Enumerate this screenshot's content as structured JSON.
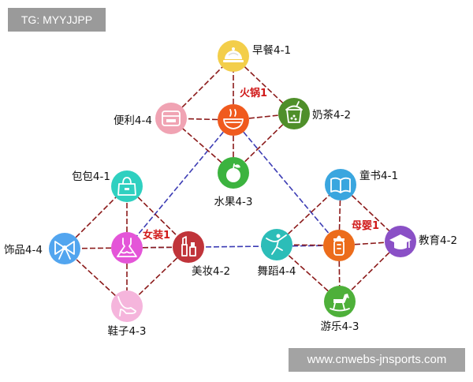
{
  "tag": "TG: MYYJJPP",
  "watermark": "www.cnwebs-jnsports.com",
  "hubs": [
    {
      "id": "hotpot",
      "label": "火锅1",
      "color": "#f05a1e",
      "icon": "covered-bowl-icon"
    },
    {
      "id": "clothing",
      "label": "女装1",
      "color": "#e455d8",
      "icon": "dress-icon"
    },
    {
      "id": "maternity",
      "label": "母婴1",
      "color": "#ec6c1b",
      "icon": "baby-bottle-icon"
    }
  ],
  "nodes": [
    {
      "id": "breakfast",
      "label": "早餐4-1",
      "color": "#f3ce4a",
      "icon": "food-cloche-icon"
    },
    {
      "id": "milktea",
      "label": "奶茶4-2",
      "color": "#4f8f2a",
      "icon": "milk-tea-cup-icon"
    },
    {
      "id": "fruit",
      "label": "水果4-3",
      "color": "#3cb33f",
      "icon": "apple-icon"
    },
    {
      "id": "convenience",
      "label": "便利4-4",
      "color": "#f0a3b3",
      "icon": "store-icon"
    },
    {
      "id": "bag",
      "label": "包包4-1",
      "color": "#2fd0c0",
      "icon": "handbag-icon"
    },
    {
      "id": "cosmetics",
      "label": "美妆4-2",
      "color": "#c0343a",
      "icon": "lipstick-icon"
    },
    {
      "id": "shoes",
      "label": "鞋子4-3",
      "color": "#f5b5dc",
      "icon": "high-heel-icon"
    },
    {
      "id": "accessories",
      "label": "饰品4-4",
      "color": "#52a5ef",
      "icon": "bow-icon"
    },
    {
      "id": "books",
      "label": "童书4-1",
      "color": "#3aa6df",
      "icon": "book-icon"
    },
    {
      "id": "education",
      "label": "教育4-2",
      "color": "#8a50c6",
      "icon": "graduation-cap-icon"
    },
    {
      "id": "play",
      "label": "游乐4-3",
      "color": "#4eb03a",
      "icon": "rocking-horse-icon"
    },
    {
      "id": "dance",
      "label": "舞蹈4-4",
      "color": "#2cbdb8",
      "icon": "dancer-icon"
    }
  ],
  "colors": {
    "hub_link": "#3c3cb4",
    "spoke_link": "#8b1a1a",
    "hub_label": "#d01818"
  }
}
